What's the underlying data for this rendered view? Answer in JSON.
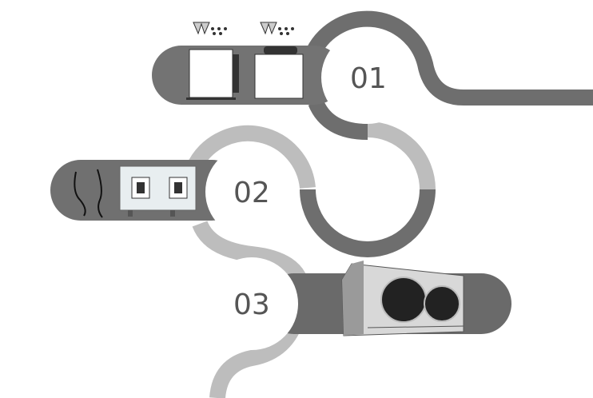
{
  "steps": [
    {
      "number": "01",
      "items": [
        "condensing-unit-side",
        "condensing-unit-front"
      ]
    },
    {
      "number": "02",
      "items": [
        "temperature-sensor-probes",
        "pressure-controller"
      ]
    },
    {
      "number": "03",
      "items": [
        "evaporator-unit-cooler"
      ]
    }
  ],
  "colors": {
    "dark": "#6e6e6e",
    "light": "#bdbdbd",
    "bar": "#737373",
    "text": "#555555"
  }
}
